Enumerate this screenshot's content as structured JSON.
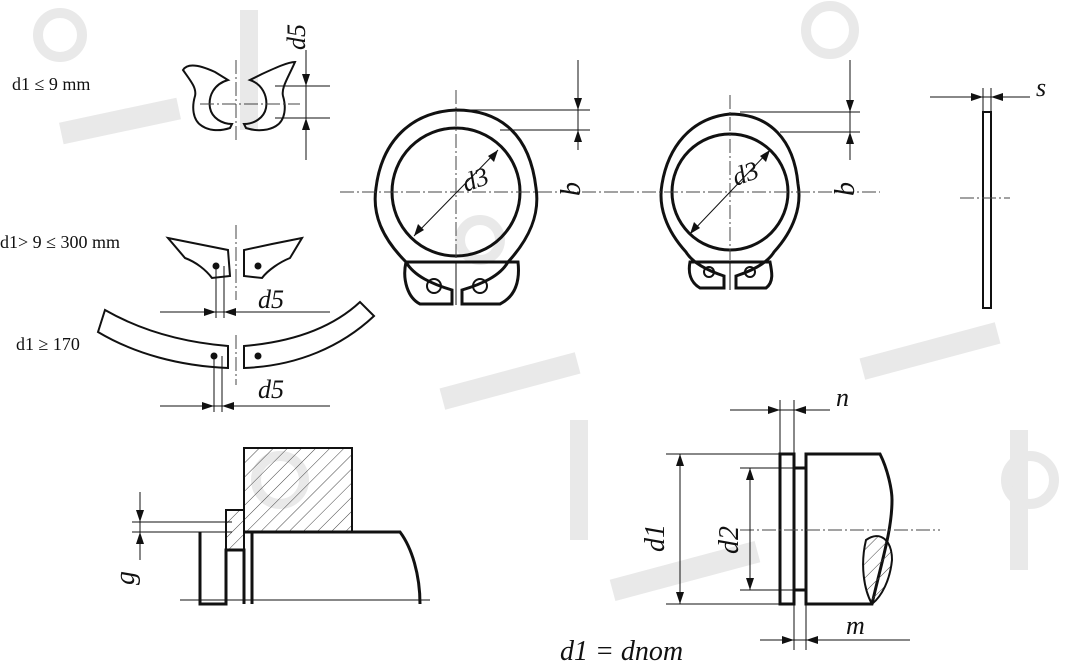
{
  "labels": {
    "d5_top": "d5",
    "cond_small": "d1 ≤  9 mm",
    "cond_mid": "d1> 9  ≤ 300 mm",
    "cond_large": "d1  ≥ 170",
    "d5_mid": "d5",
    "d5_low": "d5",
    "d3_ring1": "d3",
    "b_ring1": "b",
    "d3_ring2": "d3",
    "b_ring2": "b",
    "s_label": "s",
    "n_label": "n",
    "d1_label": "d1",
    "d2_label": "d2",
    "m_label": "m",
    "gap_label": "g",
    "formula": "d1 =  dnom"
  }
}
